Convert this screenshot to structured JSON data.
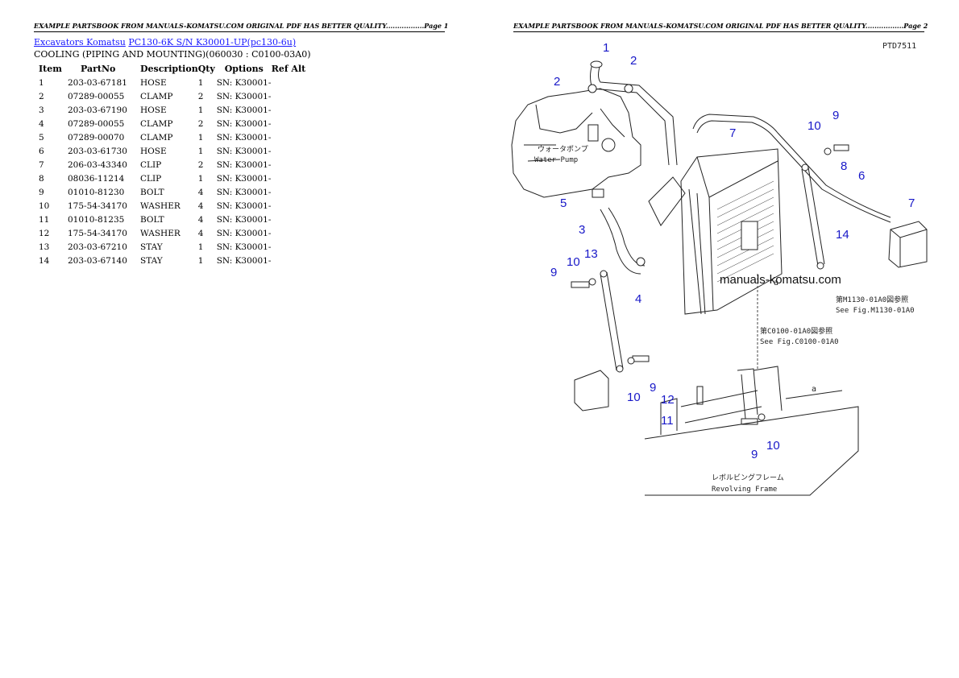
{
  "pages": [
    {
      "header": "EXAMPLE PARTSBOOK FROM MANUALS-KOMATSU.COM ORIGINAL PDF HAS BETTER QUALITY.................Page 1"
    },
    {
      "header": "EXAMPLE PARTSBOOK FROM MANUALS-KOMATSU.COM ORIGINAL PDF HAS BETTER QUALITY.................Page 2"
    }
  ],
  "breadcrumb": {
    "link1": "Excavators Komatsu",
    "link2": "PC130-6K S/N K30001-UP(pc130-6u)"
  },
  "subtitle": "COOLING (PIPING AND MOUNTING)(060030 : C0100-03A0)",
  "table": {
    "headers": [
      "Item",
      "PartNo",
      "Description",
      "Qty",
      "Options",
      "Ref Alt"
    ],
    "rows": [
      {
        "item": "1",
        "part": "203-03-67181",
        "desc": "HOSE",
        "qty": "1",
        "opt": "SN: K30001-"
      },
      {
        "item": "2",
        "part": "07289-00055",
        "desc": "CLAMP",
        "qty": "2",
        "opt": "SN: K30001-"
      },
      {
        "item": "3",
        "part": "203-03-67190",
        "desc": "HOSE",
        "qty": "1",
        "opt": "SN: K30001-"
      },
      {
        "item": "4",
        "part": "07289-00055",
        "desc": "CLAMP",
        "qty": "2",
        "opt": "SN: K30001-"
      },
      {
        "item": "5",
        "part": "07289-00070",
        "desc": "CLAMP",
        "qty": "1",
        "opt": "SN: K30001-"
      },
      {
        "item": "6",
        "part": "203-03-61730",
        "desc": "HOSE",
        "qty": "1",
        "opt": "SN: K30001-"
      },
      {
        "item": "7",
        "part": "206-03-43340",
        "desc": "CLIP",
        "qty": "2",
        "opt": "SN: K30001-"
      },
      {
        "item": "8",
        "part": "08036-11214",
        "desc": "CLIP",
        "qty": "1",
        "opt": "SN: K30001-"
      },
      {
        "item": "9",
        "part": "01010-81230",
        "desc": "BOLT",
        "qty": "4",
        "opt": "SN: K30001-"
      },
      {
        "item": "10",
        "part": "175-54-34170",
        "desc": "WASHER",
        "qty": "4",
        "opt": "SN: K30001-"
      },
      {
        "item": "11",
        "part": "01010-81235",
        "desc": "BOLT",
        "qty": "4",
        "opt": "SN: K30001-"
      },
      {
        "item": "12",
        "part": "175-54-34170",
        "desc": "WASHER",
        "qty": "4",
        "opt": "SN: K30001-"
      },
      {
        "item": "13",
        "part": "203-03-67210",
        "desc": "STAY",
        "qty": "1",
        "opt": "SN: K30001-"
      },
      {
        "item": "14",
        "part": "203-03-67140",
        "desc": "STAY",
        "qty": "1",
        "opt": "SN: K30001-"
      }
    ]
  },
  "diagram": {
    "code": "PTD7511",
    "watermark": "manuals-komatsu.com",
    "water_pump_jp": "ウォータポンプ",
    "water_pump_en": "Water Pump",
    "ref_m_jp": "第M1130-01A0図参照",
    "ref_m_en": "See Fig.M1130-01A0",
    "ref_c_jp": "第C0100-01A0図参照",
    "ref_c_en": "See Fig.C0100-01A0",
    "frame_jp": "レボルビングフレーム",
    "frame_en": "Revolving Frame",
    "mark_a": "a",
    "callouts": [
      "1",
      "2",
      "2",
      "3",
      "4",
      "5",
      "6",
      "7",
      "7",
      "8",
      "9",
      "9",
      "9",
      "9",
      "10",
      "10",
      "10",
      "10",
      "11",
      "12",
      "13",
      "14"
    ]
  },
  "colors": {
    "link": "#1a1aff",
    "callout": "#1818c8"
  }
}
